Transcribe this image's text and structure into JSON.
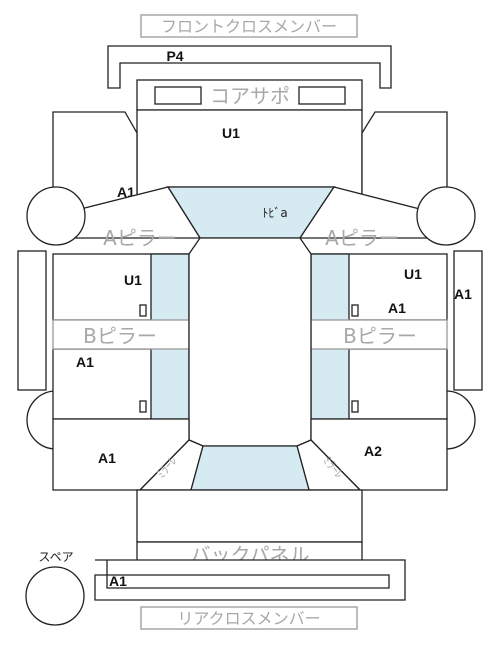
{
  "labels": {
    "front_cross_member": "フロントクロスメンバー",
    "rear_cross_member": "リアクロスメンバー",
    "core_support": "コアサポ",
    "back_panel": "バックパネル",
    "a_pillar": "Aピラー",
    "b_pillar": "Bピラー",
    "roof": "ﾄﾋﾞa",
    "spare": "スペア",
    "rear_left_angled": "ﾐﾗｰﾚ",
    "rear_right_angled": "ﾐﾗｰﾚ"
  },
  "grades": {
    "front_cross_bracket": "P4",
    "hood": "U1",
    "front_left_fender": "A1",
    "front_left_door": "U1",
    "rear_left_door": "A1",
    "rear_left_quarter": "A1",
    "right_a_pillar_side": "A1",
    "front_right_door": "U1",
    "front_right_door_lower": "A1",
    "rear_right_quarter": "A2",
    "rear_bumper_bracket": "A1"
  }
}
